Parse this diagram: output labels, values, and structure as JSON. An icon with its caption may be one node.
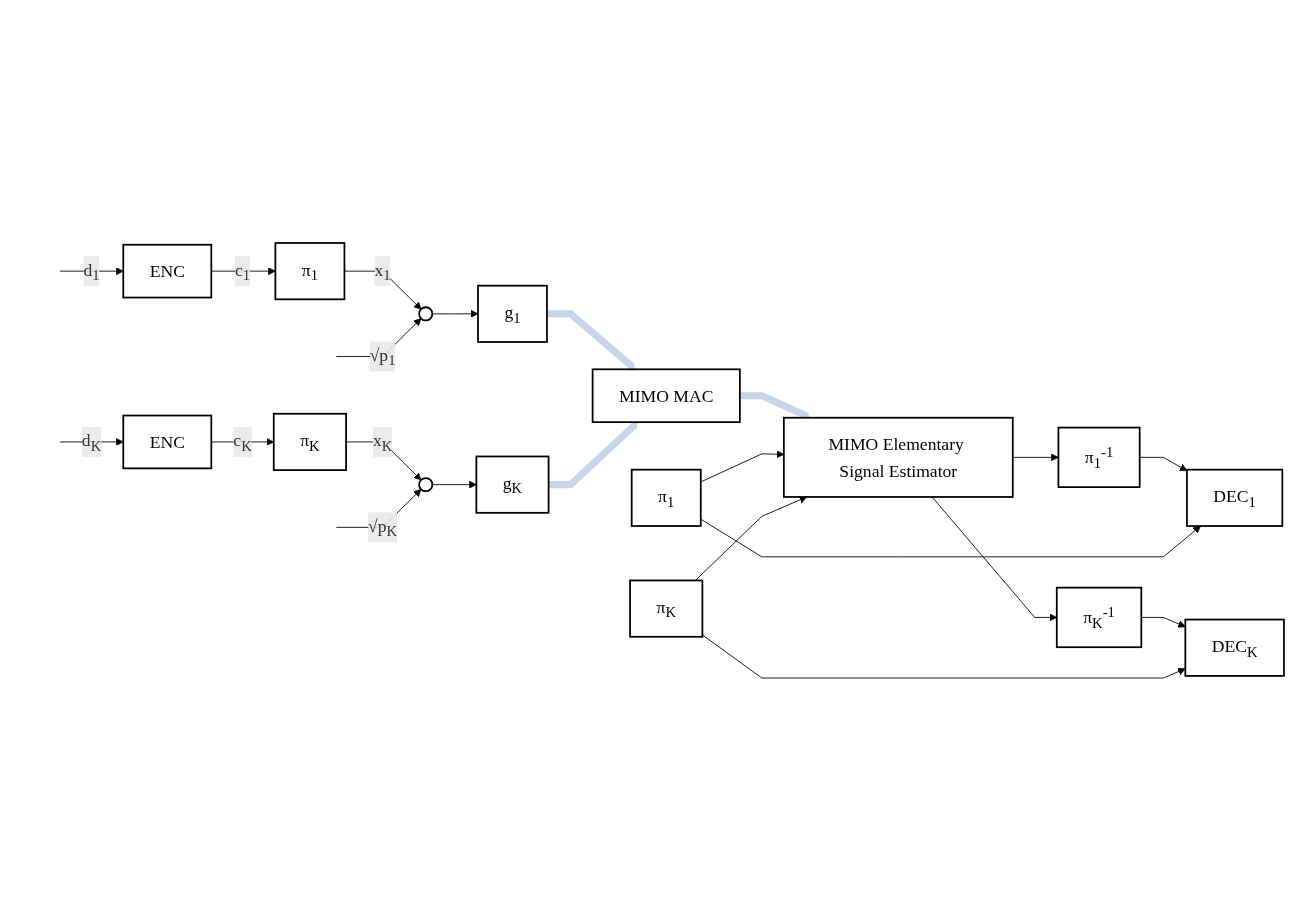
{
  "diagram": {
    "nodes": [
      {
        "text": [
          "ENC"
        ]
      },
      {
        "text": [
          "π$_{1}$"
        ]
      },
      {
        "text": [],
        "shape": "circle"
      },
      {
        "text": [
          "g$_{1}$"
        ]
      },
      {
        "text": [
          "ENC"
        ]
      },
      {
        "text": [
          "π$_{K}$"
        ]
      },
      {
        "text": [],
        "shape": "circle"
      },
      {
        "text": [
          "g$_{K}$"
        ]
      },
      {
        "text": [
          "MIMO MAC"
        ]
      },
      {
        "text": [
          "π$_{1}$$^{-1}$"
        ]
      },
      {
        "text": [
          "DEC$_{1}$"
        ]
      },
      {
        "text": [
          "π$_{1}$"
        ]
      },
      {
        "text": [
          "MIMO Elementary Signal Estimator"
        ]
      },
      {
        "text": [
          "π$_{K}$$^{-1}$"
        ]
      },
      {
        "text": [
          "DEC$_{K}$"
        ]
      },
      {
        "text": [
          "π$_{K}$"
        ]
      }
    ],
    "edges": [
      {
        "from": null,
        "to": 0,
        "arrow": "to",
        "label": "d$_{1}$"
      },
      {
        "from": 0,
        "to": 1,
        "arrow": "to",
        "label": "c$_{1}$"
      },
      {
        "from": 1,
        "to": 2,
        "arrow": "to",
        "label": "x$_{1}$"
      },
      {
        "from": null,
        "to": 2,
        "arrow": "to",
        "label": "√p$_{1}$"
      },
      {
        "from": 2,
        "to": 3,
        "arrow": "to"
      },
      {
        "from": 3,
        "to": 8,
        "arrow": "to",
        "style": "thick",
        "color": "#c5d6ea"
      },
      {
        "from": null,
        "to": 4,
        "arrow": "to",
        "label": "d$_{K}$"
      },
      {
        "from": 4,
        "to": 5,
        "arrow": "to",
        "label": "c$_{K}$"
      },
      {
        "from": 5,
        "to": 6,
        "arrow": "to",
        "label": "x$_{K}$"
      },
      {
        "from": null,
        "to": 6,
        "arrow": "to",
        "label": "√p$_{K}$"
      },
      {
        "from": 6,
        "to": 7,
        "arrow": "to"
      },
      {
        "from": 7,
        "to": 8,
        "arrow": "to",
        "style": "thick",
        "color": "#c5d6ea"
      },
      {
        "from": 8,
        "to": 12,
        "arrow": "to",
        "style": "thick",
        "color": "#c5d6ea"
      },
      {
        "from": 12,
        "to": 9,
        "arrow": "to"
      },
      {
        "from": 9,
        "to": 10,
        "arrow": "to"
      },
      {
        "from": 11,
        "to": 10,
        "arrow": "to"
      },
      {
        "from": 11,
        "to": 12,
        "arrow": "to"
      },
      {
        "from": 12,
        "to": 13,
        "arrow": "to"
      },
      {
        "from": 13,
        "to": 14,
        "arrow": "to"
      },
      {
        "from": 15,
        "to": 14,
        "arrow": "to"
      },
      {
        "from": 15,
        "to": 12,
        "arrow": "to"
      }
    ]
  }
}
